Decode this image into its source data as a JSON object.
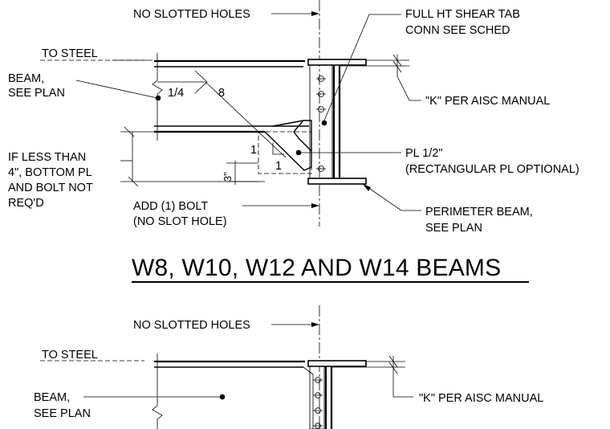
{
  "top_detail": {
    "no_slotted_holes": "NO SLOTTED HOLES",
    "shear_tab_line1": "FULL HT SHEAR TAB",
    "shear_tab_line2": "CONN SEE SCHED",
    "to_steel": "TO STEEL",
    "beam_line1": "BEAM,",
    "beam_line2": "SEE PLAN",
    "weld_size": "1/4",
    "weld_length": "8",
    "k_per_aisc": "\"K\" PER AISC MANUAL",
    "slope_rise": "1",
    "slope_run": "1",
    "pl_line1": "PL 1/2\"",
    "pl_line2": "(RECTANGULAR PL OPTIONAL)",
    "if_less_line1": "IF LESS THAN",
    "if_less_line2": "4\", BOTTOM PL",
    "if_less_line3": "AND BOLT NOT",
    "if_less_line4": "REQ'D",
    "dim_3": "3\"",
    "add_bolt_line1": "ADD (1) BOLT",
    "add_bolt_line2": "(NO SLOT HOLE)",
    "perimeter_line1": "PERIMETER BEAM,",
    "perimeter_line2": "SEE PLAN"
  },
  "title": "W8, W10, W12 AND W14 BEAMS",
  "bottom_detail": {
    "no_slotted_holes": "NO SLOTTED HOLES",
    "to_steel": "TO STEEL",
    "beam_line1": "BEAM,",
    "beam_line2": "SEE PLAN",
    "k_per_aisc": "\"K\" PER AISC MANUAL"
  }
}
